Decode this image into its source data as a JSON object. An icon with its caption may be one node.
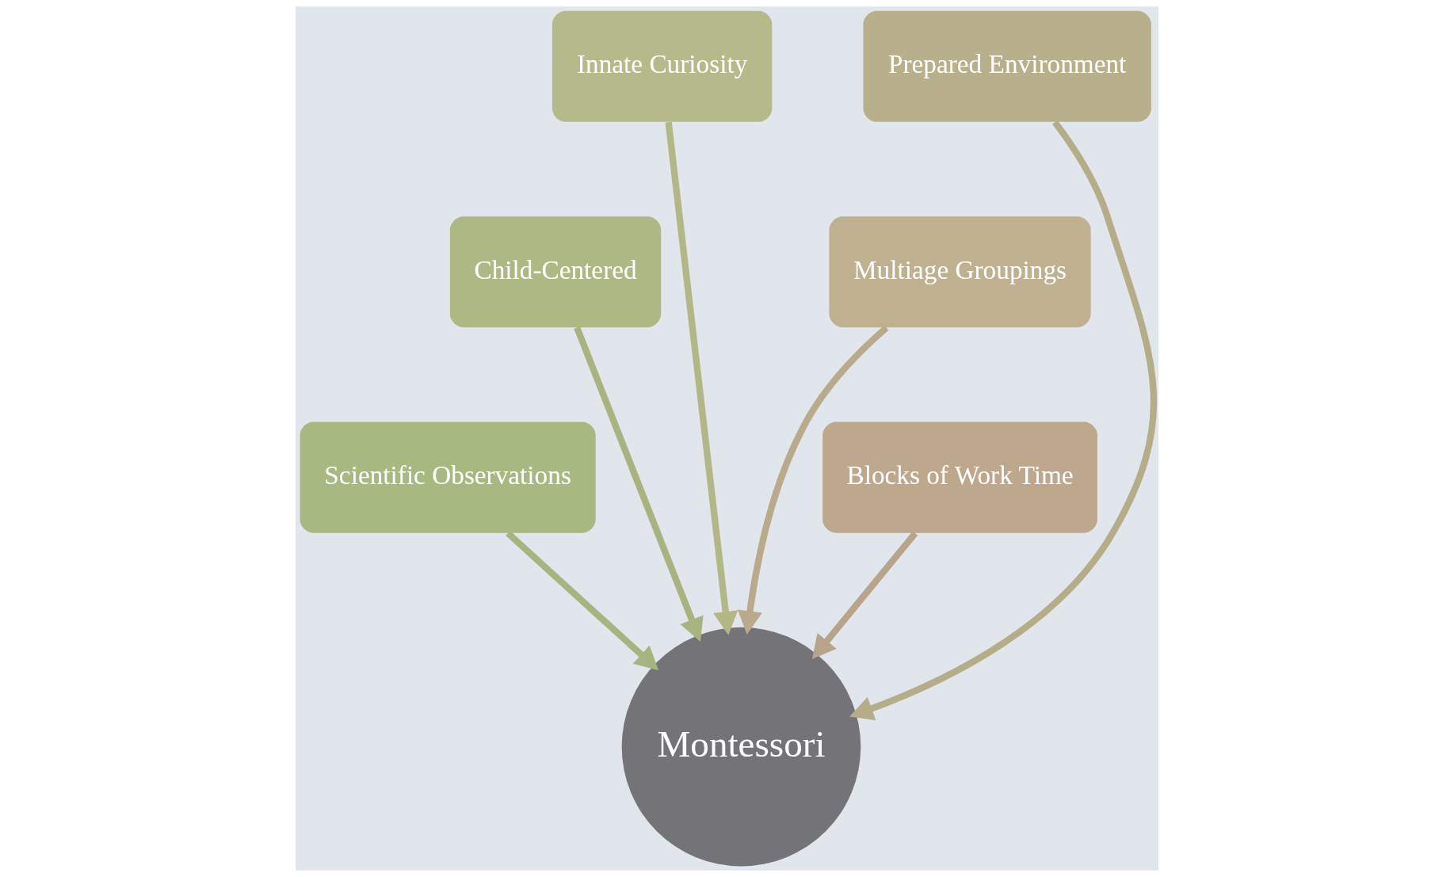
{
  "diagram": {
    "nodes": [
      {
        "text": [
          "Innate Curiosity"
        ]
      },
      {
        "text": [
          "Prepared Environment"
        ]
      },
      {
        "text": [
          "Child-Centered"
        ]
      },
      {
        "text": [
          "Multiage Groupings"
        ]
      },
      {
        "text": [
          "Scientific Observations"
        ]
      },
      {
        "text": [
          "Montessori"
        ]
      },
      {
        "text": [
          "Blocks of Work Time"
        ]
      }
    ],
    "edges": [
      {
        "from": 0,
        "to": 5,
        "arrow": "to",
        "color": "#b3b685"
      },
      {
        "from": 1,
        "to": 5,
        "arrow": "to",
        "color": "#b4ad87"
      },
      {
        "from": 2,
        "to": 5,
        "arrow": "to",
        "color": "#a9b380"
      },
      {
        "from": 3,
        "to": 5,
        "arrow": "to",
        "color": "#b8aa8a"
      },
      {
        "from": 4,
        "to": 5,
        "arrow": "to",
        "color": "#a4b57f"
      },
      {
        "from": 6,
        "to": 5,
        "arrow": "to",
        "color": "#b8a48b"
      }
    ]
  }
}
